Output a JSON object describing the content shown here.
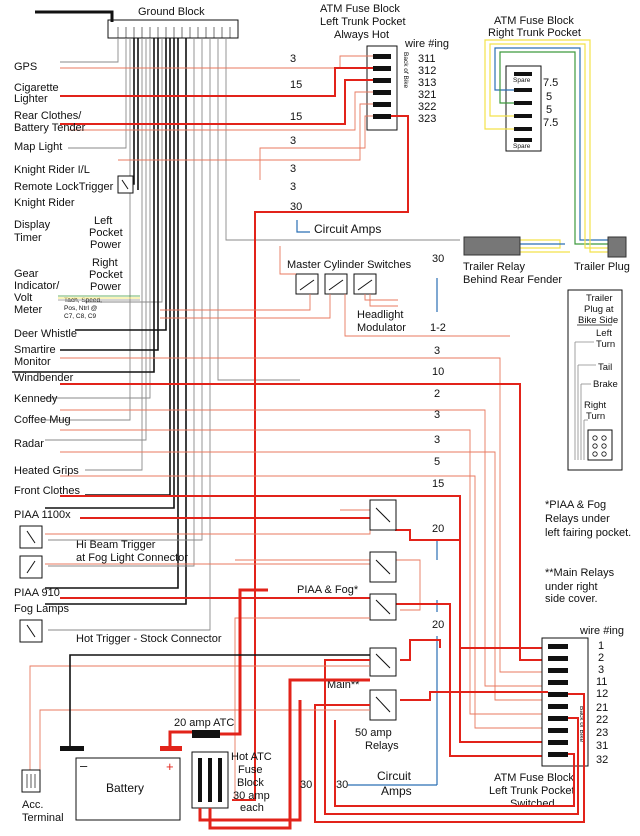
{
  "ground_block": {
    "title": "Ground Block"
  },
  "fuse_left_hot": {
    "title1": "ATM Fuse Block",
    "title2": "Left Trunk Pocket",
    "title3": "Always Hot",
    "wire_header": "wire #ing",
    "wire_numbers": [
      "311",
      "312",
      "313",
      "321",
      "322",
      "323"
    ],
    "back_label": "Back of Bike",
    "amps": [
      "3",
      "15",
      "15",
      "3",
      "3",
      "3",
      "30"
    ]
  },
  "fuse_right": {
    "title1": "ATM Fuse Block",
    "title2": "Right Trunk Pocket",
    "spare_top": "Spare",
    "spare_bottom": "Spare",
    "amps": [
      "7.5",
      "5",
      "5",
      "7.5"
    ]
  },
  "circuit_amps_top": "Circuit Amps",
  "left_labels": {
    "gps": "GPS",
    "cig1": "Cigarette",
    "cig2": "Lighter",
    "rear1": "Rear Clothes/",
    "rear2": "Battery Tender",
    "map": "Map Light",
    "knight_il": "Knight Rider I/L",
    "remote": "Remote LockTrigger",
    "knight": "Knight Rider",
    "display1": "Display",
    "display2": "Timer",
    "leftpocket1": "Left",
    "leftpocket2": "Pocket",
    "leftpocket3": "Power",
    "rightpocket1": "Right",
    "rightpocket2": "Pocket",
    "rightpocket3": "Power",
    "gear1": "Gear",
    "gear2": "Indicator/",
    "gear3": "Volt",
    "gear4": "Meter",
    "tach1": "Tach, Speed,",
    "tach2": "Pos, Ntrl @",
    "tach3": "C7, C8, C9",
    "deer": "Deer Whistle",
    "smart1": "Smartire",
    "smart2": "Monitor",
    "wind": "Windbender",
    "kennedy": "Kennedy",
    "coffee": "Coffee Mug",
    "radar": "Radar",
    "heated": "Heated Grips",
    "front": "Front Clothes",
    "piaa1100": "PIAA 1100x",
    "hibeam1": "Hi Beam Trigger",
    "hibeam2": "at Fog Light Connector",
    "piaa910": "PIAA 910",
    "fog": "Fog Lamps",
    "hottrigger": "Hot Trigger  - Stock Connector"
  },
  "trailer": {
    "relay1": "Trailer Relay",
    "relay2": "Behind Rear Fender",
    "plug": "Trailer Plug",
    "plugbox1": "Trailer",
    "plugbox2": "Plug at",
    "plugbox3": "Bike Side",
    "left1": "Left",
    "left2": "Turn",
    "tail": "Tail",
    "brake": "Brake",
    "right1": "Right",
    "right2": "Turn"
  },
  "master": {
    "title": "Master Cylinder Switches",
    "head1": "Headlight",
    "head2": "Modulator"
  },
  "middle_amps": [
    "30",
    "1-2",
    "3",
    "10",
    "2",
    "3",
    "3",
    "5",
    "15",
    "20",
    "20"
  ],
  "notes": {
    "piaa1": "*PIAA & Fog",
    "piaa2": "Relays under",
    "piaa3": "left fairing pocket.",
    "main1": "**Main Relays",
    "main2": "under right",
    "main3": "side cover."
  },
  "relays": {
    "piaafog": "PIAA & Fog*",
    "main": "Main**",
    "r50a": "50 amp",
    "r50b": "Relays"
  },
  "fuse_switched": {
    "wire_header": "wire #ing",
    "wire_numbers": [
      "1",
      "2",
      "3",
      "11",
      "12",
      "21",
      "22",
      "23",
      "31",
      "32"
    ],
    "back_label": "Back of Bike",
    "title1": "ATM Fuse Block",
    "title2": "Left Trunk Pocket",
    "title3": "Switched"
  },
  "atc": {
    "amp20": "20 amp ATC",
    "t1": "Hot ATC",
    "t2": "Fuse",
    "t3": "Block",
    "t4": "30 amp",
    "t5": "each"
  },
  "battery": {
    "label": "Battery",
    "minus": "–",
    "plus": "+"
  },
  "acc": {
    "l1": "Acc.",
    "l2": "Terminal"
  },
  "bottom_amps": [
    "30",
    "30"
  ],
  "circuit_amps_bottom": {
    "l1": "Circuit",
    "l2": "Amps"
  },
  "colors": {
    "red": "#e2231a",
    "thin_red": "#e8785f",
    "black": "#111111",
    "grey": "#8a8a8a",
    "blue": "#2a6fb5",
    "yellow": "#f3e24a",
    "green": "#3e9a3e"
  }
}
